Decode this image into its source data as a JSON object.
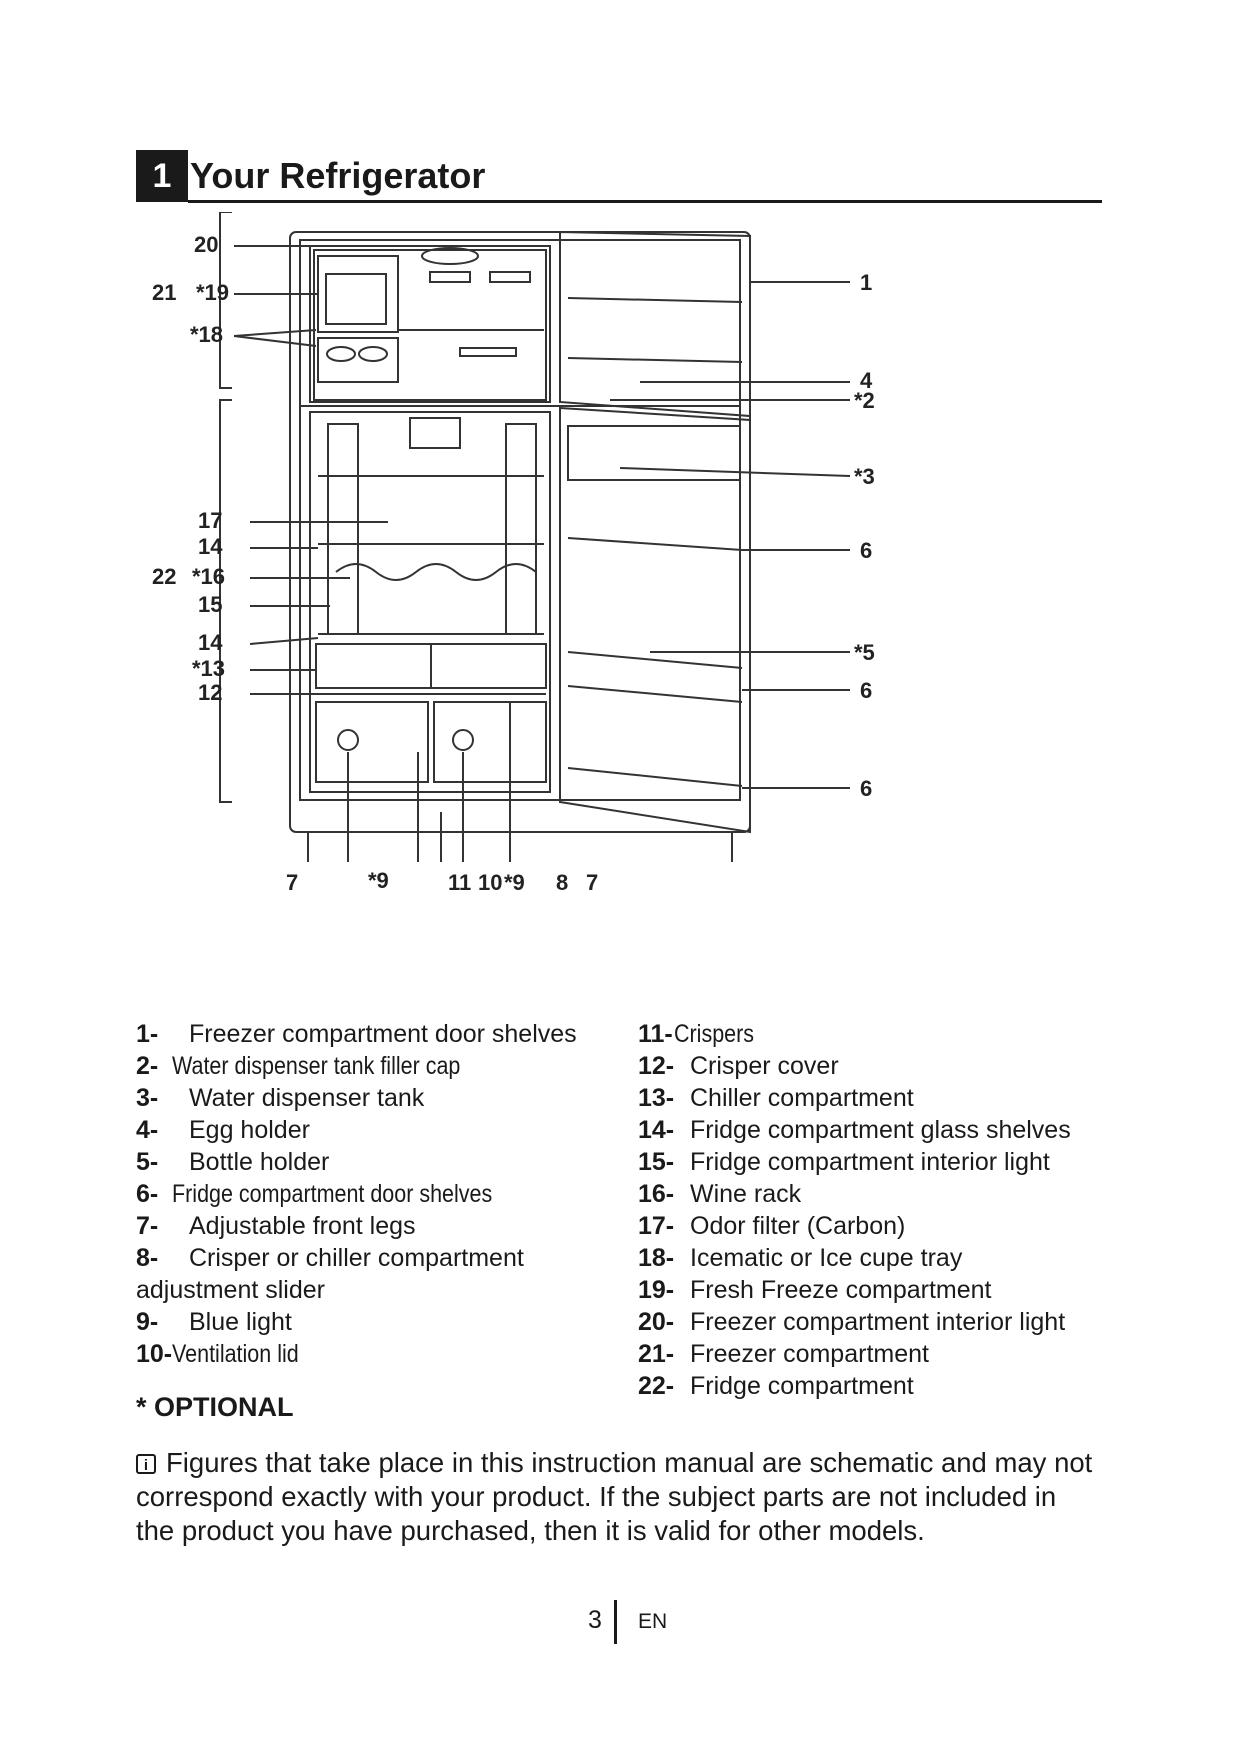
{
  "section": {
    "number": "1",
    "title": "Your Refrigerator"
  },
  "diagram": {
    "callouts": {
      "c20": "20",
      "c21": "21",
      "c19": "*19",
      "c18": "*18",
      "c22": "22",
      "c17": "17",
      "c14a": "14",
      "c16": "*16",
      "c15": "15",
      "c14b": "14",
      "c13": "*13",
      "c12": "12",
      "c1": "1",
      "c4": "4",
      "c2": "*2",
      "c3": "*3",
      "c6a": "6",
      "c5": "*5",
      "c6b": "6",
      "c6c": "6",
      "c7a": "7",
      "c9a": "*9",
      "c11": "11",
      "c10": "10",
      "c9b": "*9",
      "c8": "8",
      "c7b": "7"
    }
  },
  "parts_left": [
    {
      "num": "1-",
      "text": "Freezer compartment door shelves",
      "condensed": false
    },
    {
      "num": "2-",
      "text": "Water dispenser tank filler cap",
      "condensed": true
    },
    {
      "num": "3-",
      "text": "Water dispenser tank",
      "condensed": false
    },
    {
      "num": "4-",
      "text": "Egg holder",
      "condensed": false
    },
    {
      "num": "5-",
      "text": "Bottle holder",
      "condensed": false
    },
    {
      "num": "6-",
      "text": "Fridge compartment door shelves",
      "condensed": true
    },
    {
      "num": "7-",
      "text": "Adjustable front legs",
      "condensed": false
    },
    {
      "num": "8-",
      "text": "Crisper or chiller compartment adjustment slider",
      "condensed": false
    },
    {
      "num": "9-",
      "text": "Blue light",
      "condensed": false
    },
    {
      "num": "10-",
      "text": "Ventilation lid",
      "condensed": true
    }
  ],
  "parts_right": [
    {
      "num": "11-",
      "text": "Crispers",
      "condensed": true
    },
    {
      "num": "12-",
      "text": "Crisper cover",
      "condensed": false
    },
    {
      "num": "13-",
      "text": "Chiller compartment",
      "condensed": false
    },
    {
      "num": "14-",
      "text": "Fridge compartment glass shelves",
      "condensed": false
    },
    {
      "num": "15-",
      "text": "Fridge compartment interior light",
      "condensed": false
    },
    {
      "num": "16-",
      "text": "Wine rack",
      "condensed": false
    },
    {
      "num": "17-",
      "text": "Odor filter (Carbon)",
      "condensed": false
    },
    {
      "num": "18-",
      "text": "Icematic or Ice cupe tray",
      "condensed": false
    },
    {
      "num": "19-",
      "text": "Fresh Freeze compartment",
      "condensed": false
    },
    {
      "num": "20-",
      "text": "Freezer compartment interior light",
      "condensed": false
    },
    {
      "num": "21-",
      "text": "Freezer compartment",
      "condensed": false
    },
    {
      "num": "22-",
      "text": "Fridge compartment",
      "condensed": false
    }
  ],
  "optional_label": "* OPTIONAL",
  "note": {
    "icon": "info-icon",
    "text": "Figures that take place in this instruction manual are schematic and may not correspond exactly with your product. If the subject parts are not included in the product you have purchased, then it is valid for other models."
  },
  "footer": {
    "page": "3",
    "lang": "EN"
  }
}
